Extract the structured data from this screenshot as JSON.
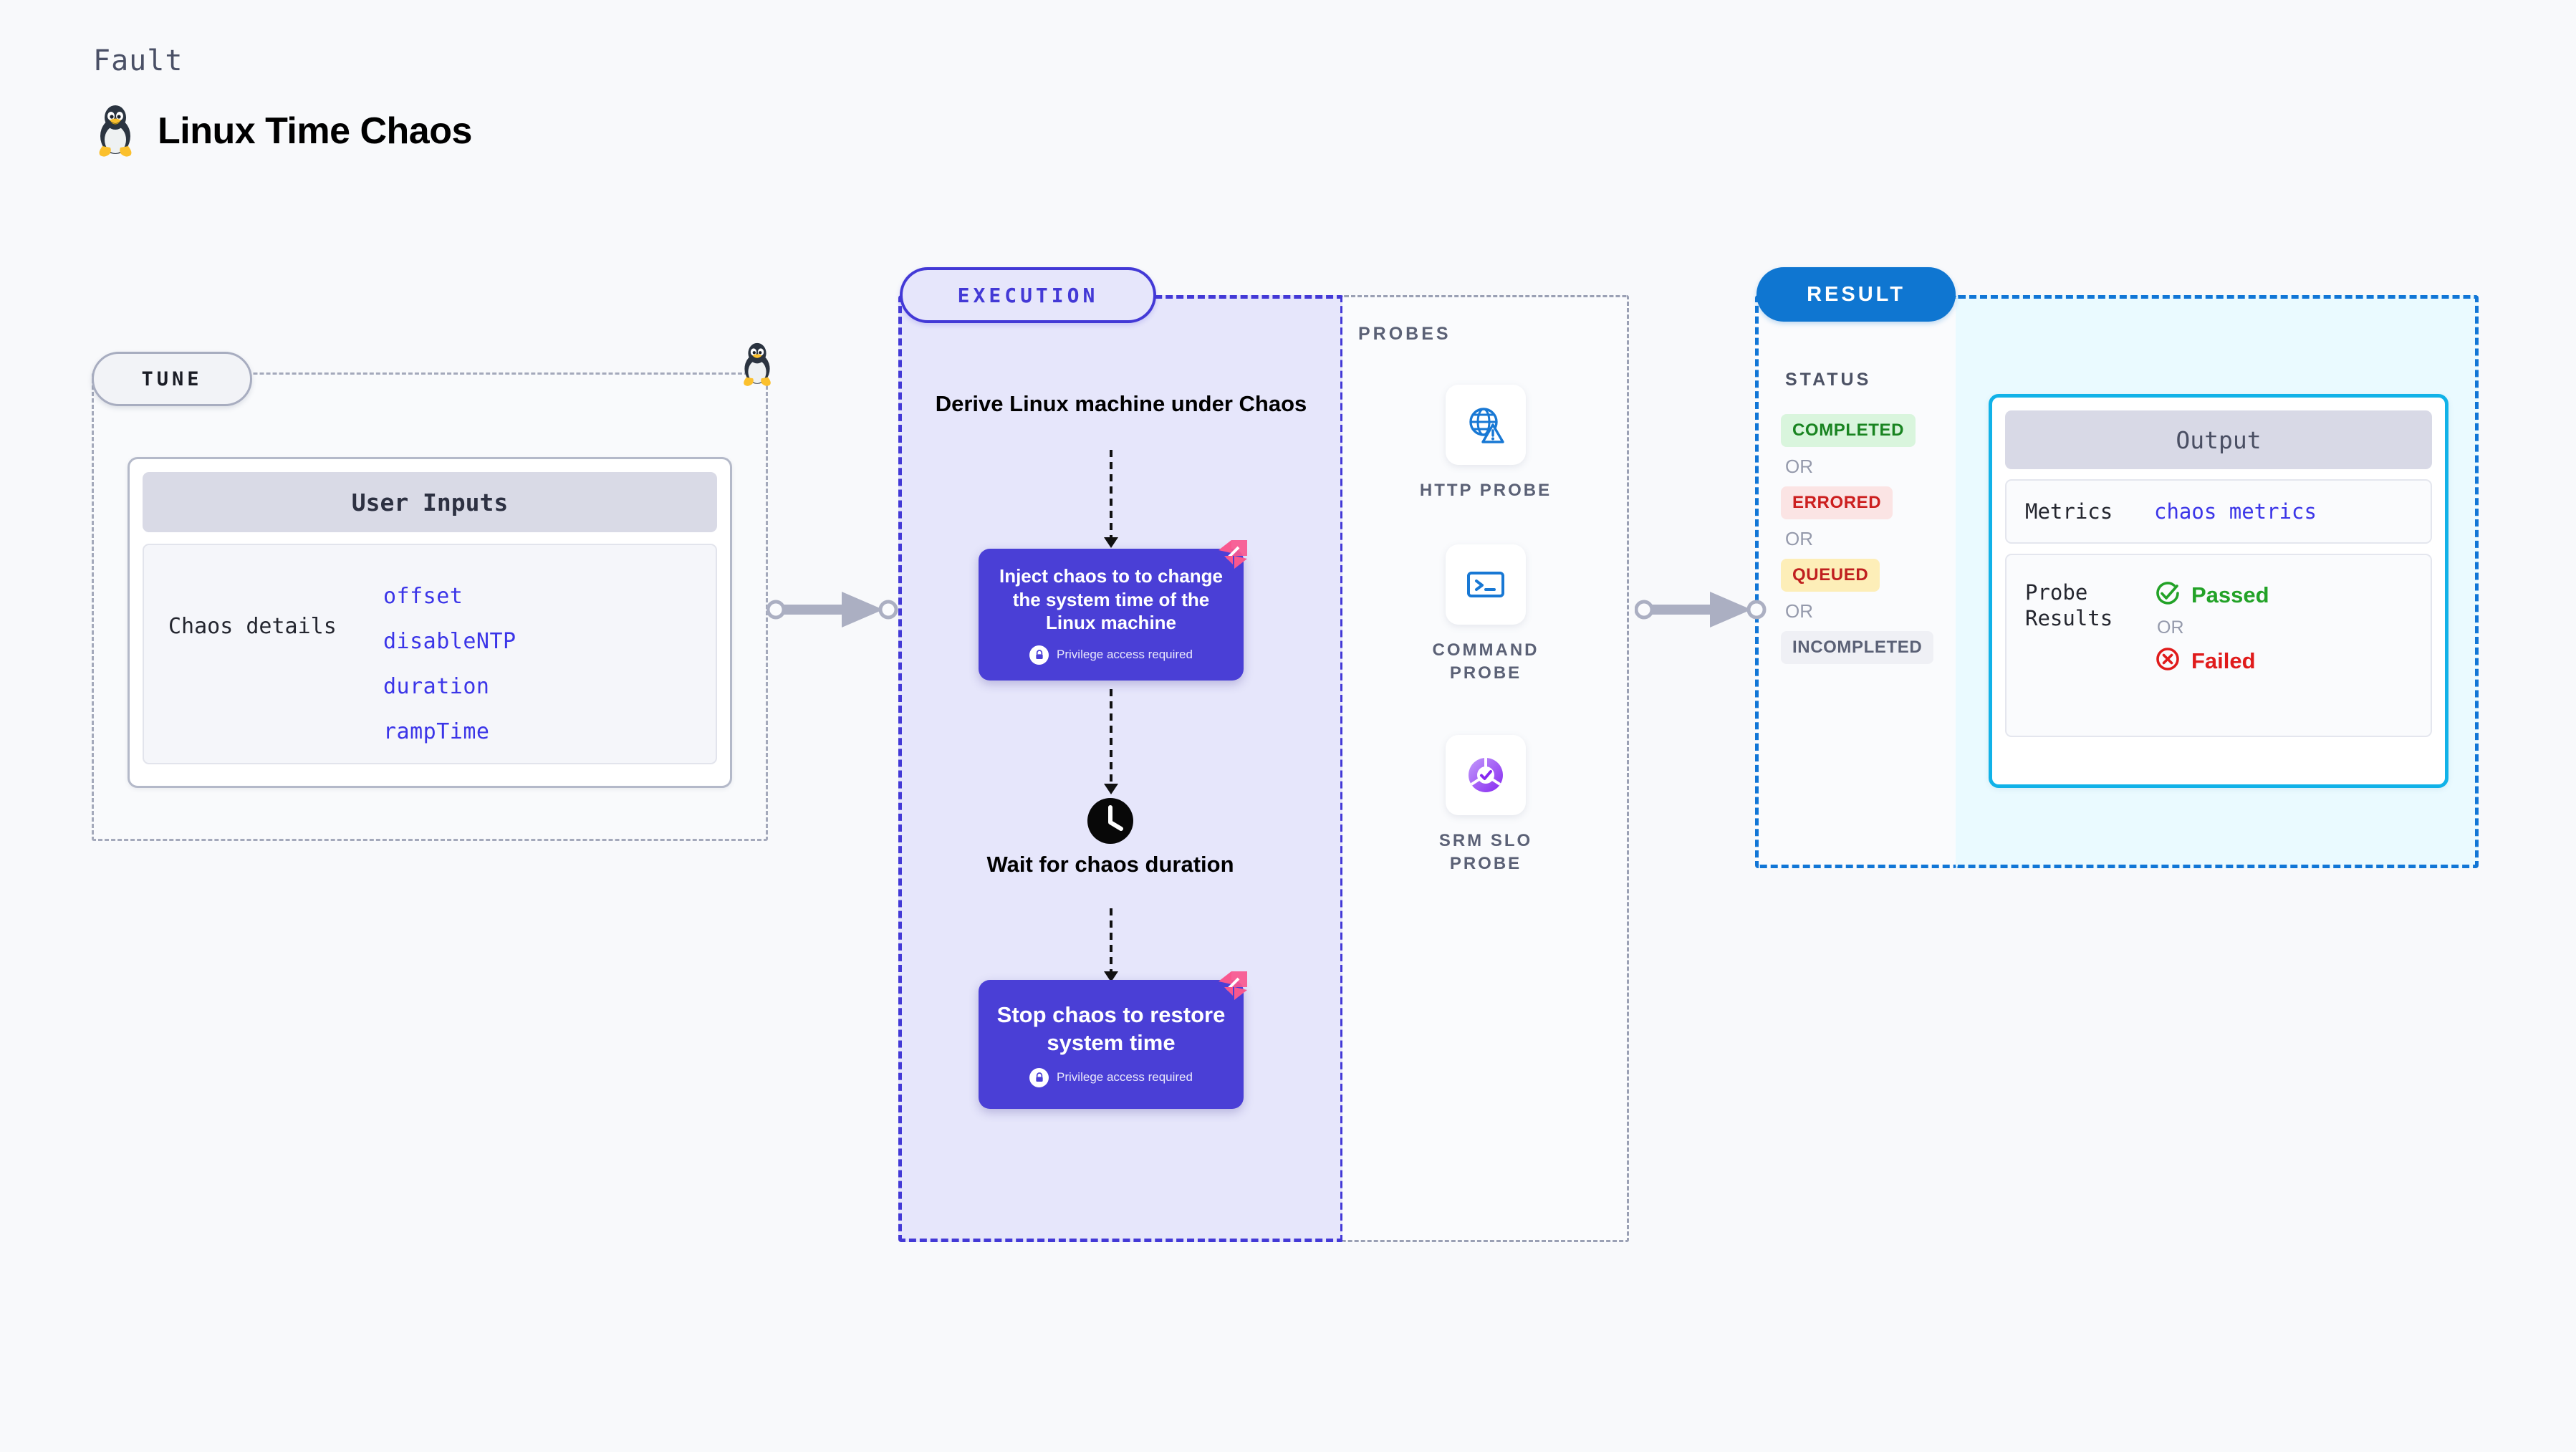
{
  "header": {
    "eyebrow": "Fault",
    "title": "Linux Time Chaos",
    "logo_icon": "linux-tux-icon"
  },
  "tune": {
    "badge": "TUNE",
    "card_title": "User Inputs",
    "row_label": "Chaos details",
    "params": [
      "offset",
      "disableNTP",
      "duration",
      "rampTime"
    ]
  },
  "execution": {
    "badge": "EXECUTION",
    "step_title": "Derive Linux machine under Chaos",
    "card_1": {
      "text": "Inject chaos to to change the system time of the Linux machine",
      "privilege_note": "Privilege access required",
      "privilege_icon": "lock-icon",
      "corner_icon": "chaos-flag-icon"
    },
    "wait_icon": "clock-icon",
    "wait_label": "Wait for chaos duration",
    "card_2": {
      "text": "Stop chaos to restore system time",
      "privilege_note": "Privilege access required",
      "privilege_icon": "lock-icon",
      "corner_icon": "chaos-flag-icon"
    }
  },
  "probes": {
    "label": "PROBES",
    "items": [
      {
        "label": "HTTP PROBE",
        "icon": "globe-warning-icon"
      },
      {
        "label": "COMMAND PROBE",
        "icon": "terminal-icon"
      },
      {
        "label": "SRM SLO PROBE",
        "icon": "slo-donut-check-icon"
      }
    ]
  },
  "result": {
    "badge": "RESULT",
    "status_label": "STATUS",
    "or_text": "OR",
    "statuses": [
      {
        "label": "COMPLETED",
        "bg": "#d9f5dd",
        "color": "#198421"
      },
      {
        "label": "ERRORED",
        "bg": "#fbe4e4",
        "color": "#cc1f1f"
      },
      {
        "label": "QUEUED",
        "bg": "#fdeeb8",
        "color": "#c0201f"
      },
      {
        "label": "INCOMPLETED",
        "bg": "#eff0f5",
        "color": "#5b6176"
      }
    ],
    "output": {
      "title": "Output",
      "metrics_key": "Metrics",
      "metrics_value": "chaos metrics",
      "probe_results_key": "Probe Results",
      "passed_label": "Passed",
      "passed_icon": "check-circle-icon",
      "or_text": "OR",
      "failed_label": "Failed",
      "failed_icon": "x-circle-icon"
    }
  },
  "colors": {
    "execution_purple": "#4a3fd6",
    "execution_border": "#4339d6",
    "result_blue": "#0f76d1",
    "output_border": "#11b2e8",
    "param_blue": "#3b35e8",
    "chaos_pink": "#f9578f",
    "passed_green": "#22a227",
    "failed_red": "#e01b1b"
  }
}
